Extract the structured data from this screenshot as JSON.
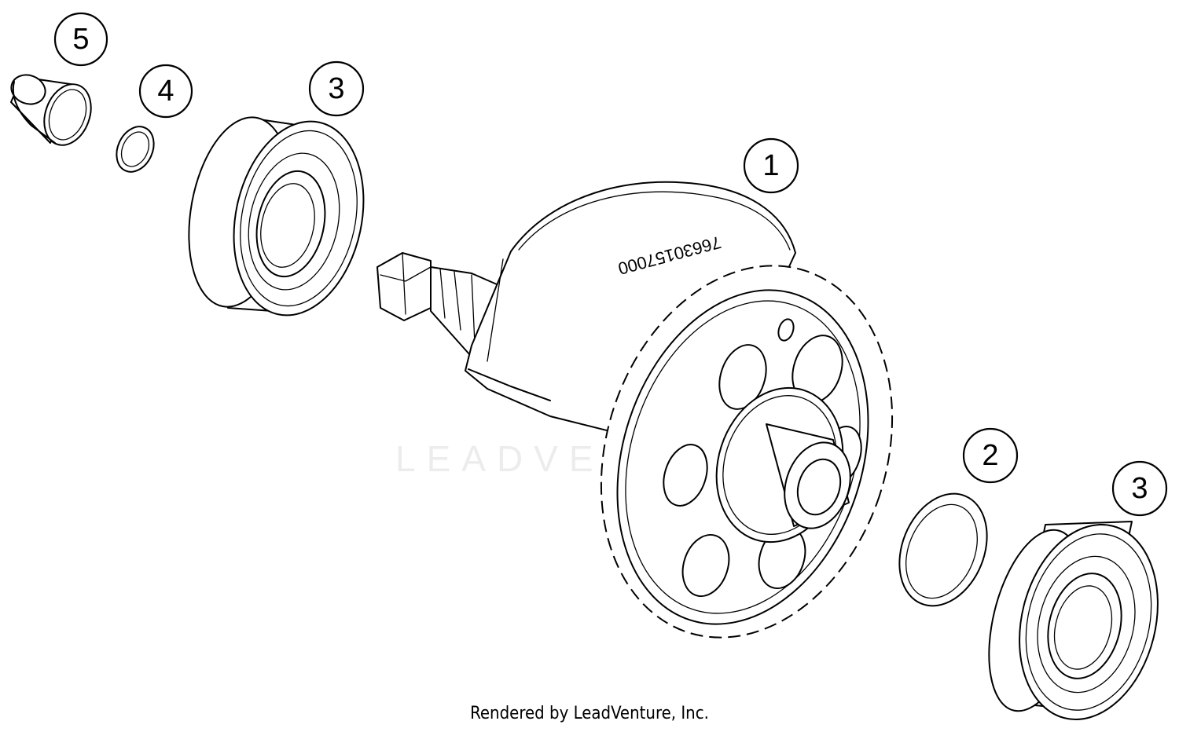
{
  "callouts": [
    {
      "id": "c5",
      "label": "5"
    },
    {
      "id": "c4",
      "label": "4"
    },
    {
      "id": "c3a",
      "label": "3"
    },
    {
      "id": "c1",
      "label": "1"
    },
    {
      "id": "c2",
      "label": "2"
    },
    {
      "id": "c3b",
      "label": "3"
    }
  ],
  "part_stamp": "76630157000",
  "watermark": "LEADVENTURE",
  "footer": "Rendered by LeadVenture, Inc."
}
